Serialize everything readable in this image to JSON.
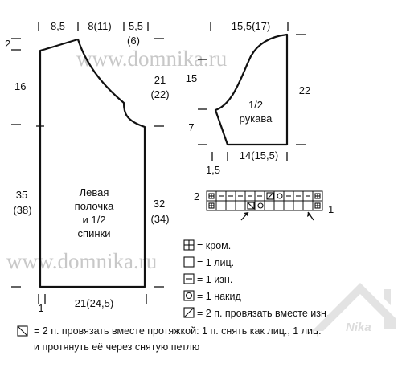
{
  "watermark": "www.domnika.ru",
  "logo_text": "Nika",
  "front": {
    "top_width_1": "8,5",
    "top_width_2": "8(11)",
    "top_width_3": "5,5",
    "top_width_3b": "(6)",
    "shoulder_drop": "2",
    "armhole_depth": "16",
    "right_height": "21",
    "right_height_b": "(22)",
    "lower_height": "35",
    "lower_height_b": "(38)",
    "right_lower": "32",
    "right_lower_b": "(34)",
    "label_line1": "Левая",
    "label_line2": "полочка",
    "label_line3": "и 1/2",
    "label_line4": "спинки",
    "bottom_width": "21(24,5)",
    "bottom_small": "1"
  },
  "sleeve": {
    "top_width": "15,5(17)",
    "left_upper": "15",
    "left_lower": "7",
    "right_height": "22",
    "label_line1": "1/2",
    "label_line2": "рукава",
    "bottom_width": "14(15,5)",
    "bottom_small": "1,5"
  },
  "chart": {
    "row_left": "2",
    "row_right": "1"
  },
  "legend": {
    "edge": "= кром.",
    "knit": "= 1 лиц.",
    "purl": "= 1 изн.",
    "yo": "= 1 накид",
    "k2tog_purl": "= 2 п. провязать вместе изн.",
    "ssk_line1": "= 2 п. провязать вместе протяжкой: 1 п. снять как лиц., 1 лиц.",
    "ssk_line2": "и протянуть её через снятую петлю"
  }
}
